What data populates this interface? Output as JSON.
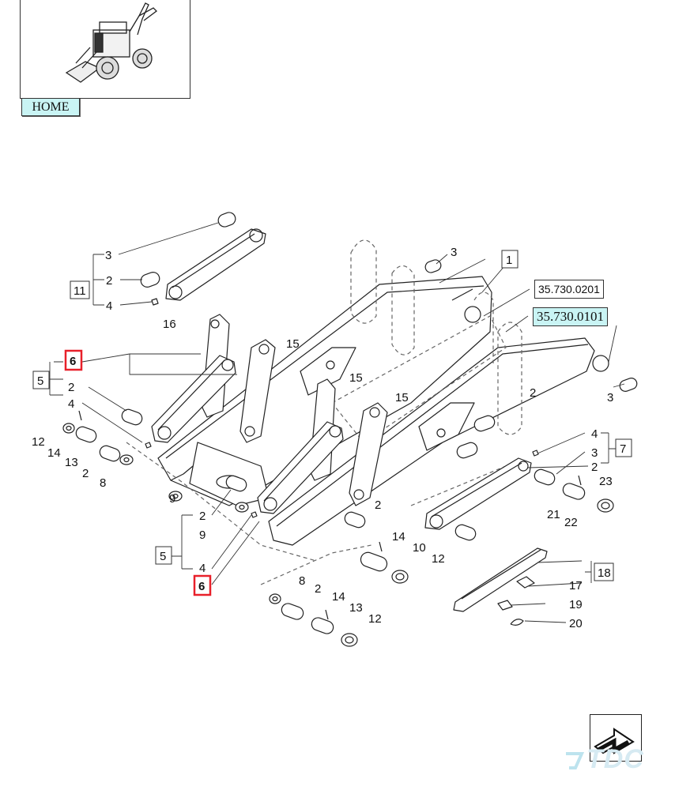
{
  "header": {
    "home_label": "HOME"
  },
  "references": {
    "ref_plain": "35.730.0201",
    "ref_link": "35.730.0101"
  },
  "callouts": [
    {
      "id": "c-3a",
      "text": "3"
    },
    {
      "id": "c-2a",
      "text": "2"
    },
    {
      "id": "c-4a",
      "text": "4"
    },
    {
      "id": "c-16",
      "text": "16"
    },
    {
      "id": "c-15a",
      "text": "15"
    },
    {
      "id": "c-15b",
      "text": "15"
    },
    {
      "id": "c-15c",
      "text": "15"
    },
    {
      "id": "c-2b",
      "text": "2"
    },
    {
      "id": "c-4b",
      "text": "4"
    },
    {
      "id": "c-12a",
      "text": "12"
    },
    {
      "id": "c-14a",
      "text": "14"
    },
    {
      "id": "c-13a",
      "text": "13"
    },
    {
      "id": "c-2c",
      "text": "2"
    },
    {
      "id": "c-8a",
      "text": "8"
    },
    {
      "id": "c-9a",
      "text": "9"
    },
    {
      "id": "c-2d",
      "text": "2"
    },
    {
      "id": "c-9b",
      "text": "9"
    },
    {
      "id": "c-4c",
      "text": "4"
    },
    {
      "id": "c-3b",
      "text": "3"
    },
    {
      "id": "c-2e",
      "text": "2"
    },
    {
      "id": "c-3c",
      "text": "3"
    },
    {
      "id": "c-4d",
      "text": "4"
    },
    {
      "id": "c-3d",
      "text": "3"
    },
    {
      "id": "c-2f",
      "text": "2"
    },
    {
      "id": "c-23",
      "text": "23"
    },
    {
      "id": "c-21",
      "text": "21"
    },
    {
      "id": "c-22",
      "text": "22"
    },
    {
      "id": "c-2g",
      "text": "2"
    },
    {
      "id": "c-14b",
      "text": "14"
    },
    {
      "id": "c-10",
      "text": "10"
    },
    {
      "id": "c-12b",
      "text": "12"
    },
    {
      "id": "c-17",
      "text": "17"
    },
    {
      "id": "c-19",
      "text": "19"
    },
    {
      "id": "c-20",
      "text": "20"
    },
    {
      "id": "c-8b",
      "text": "8"
    },
    {
      "id": "c-2h",
      "text": "2"
    },
    {
      "id": "c-14c",
      "text": "14"
    },
    {
      "id": "c-13b",
      "text": "13"
    },
    {
      "id": "c-12c",
      "text": "12"
    }
  ],
  "boxed_labels": {
    "b1": "1",
    "b11": "11",
    "b5a": "5",
    "b5b": "5",
    "b7": "7",
    "b18": "18",
    "b6a": "6",
    "b6b": "6"
  },
  "brand": {
    "watermark": "TDC",
    "highlight_color": "#e8202a",
    "link_bg": "#c9f4f4"
  }
}
